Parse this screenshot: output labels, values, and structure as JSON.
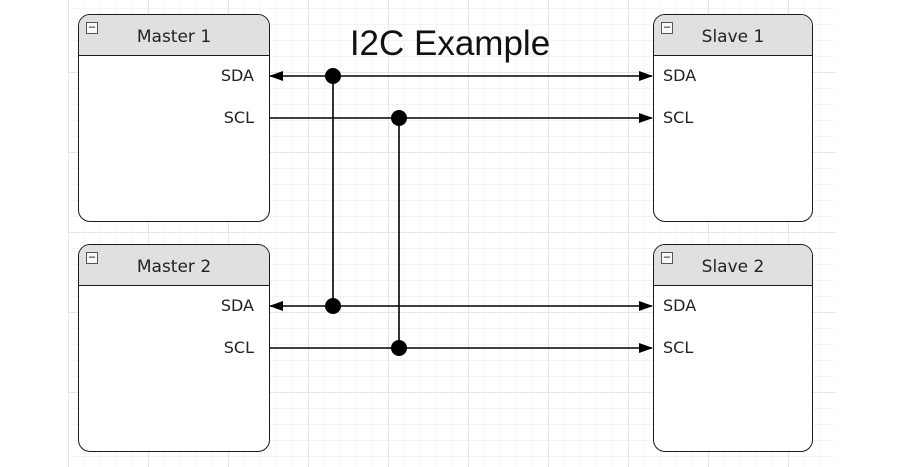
{
  "diagram": {
    "title": "I2C Example",
    "nodes": [
      {
        "id": "master1",
        "label": "Master 1",
        "collapse_icon": "minus-box-icon",
        "ports": [
          "SDA",
          "SCL"
        ]
      },
      {
        "id": "master2",
        "label": "Master 2",
        "collapse_icon": "minus-box-icon",
        "ports": [
          "SDA",
          "SCL"
        ]
      },
      {
        "id": "slave1",
        "label": "Slave 1",
        "collapse_icon": "minus-box-icon",
        "ports": [
          "SDA",
          "SCL"
        ]
      },
      {
        "id": "slave2",
        "label": "Slave 2",
        "collapse_icon": "minus-box-icon",
        "ports": [
          "SDA",
          "SCL"
        ]
      }
    ],
    "connections": [
      {
        "from": "Master 1.SDA",
        "to": "Slave 1.SDA",
        "arrows": "both"
      },
      {
        "from": "Master 1.SCL",
        "to": "Slave 1.SCL",
        "arrows": "end"
      },
      {
        "from": "Master 2.SDA",
        "to": "Slave 2.SDA",
        "arrows": "both"
      },
      {
        "from": "Master 2.SCL",
        "to": "Slave 2.SCL",
        "arrows": "end"
      },
      {
        "bus": "SDA",
        "junctions": [
          "Master 1.SDA line",
          "Master 2.SDA line"
        ]
      },
      {
        "bus": "SCL",
        "junctions": [
          "Master 1.SCL line",
          "Master 2.SCL line"
        ]
      }
    ],
    "colors": {
      "header": "#e0e0e0",
      "stroke": "#1a1a1a",
      "grid": "#e6e6e6"
    }
  }
}
